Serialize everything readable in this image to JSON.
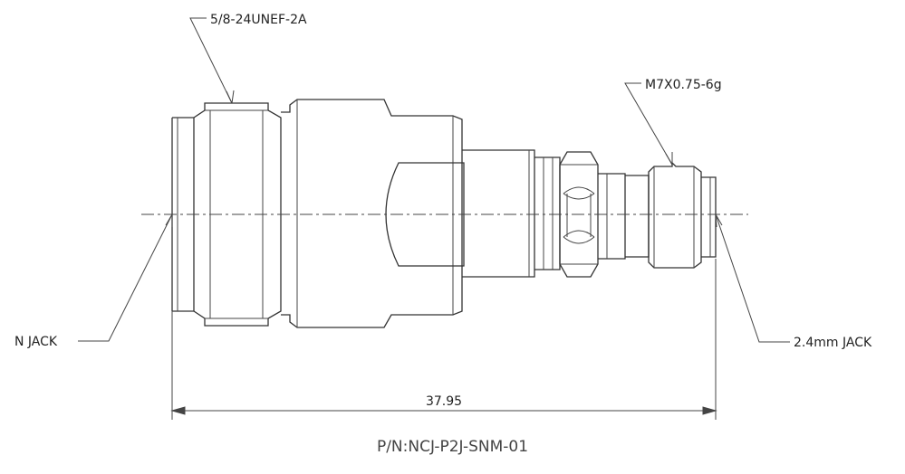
{
  "labels": {
    "thread_large": "5/8-24UNEF-2A",
    "thread_small": "M7X0.75-6g",
    "left_port": "N JACK",
    "right_port": "2.4mm JACK",
    "overall_length": "37.95"
  },
  "part_number": "P/N:NCJ-P2J-SNM-01"
}
